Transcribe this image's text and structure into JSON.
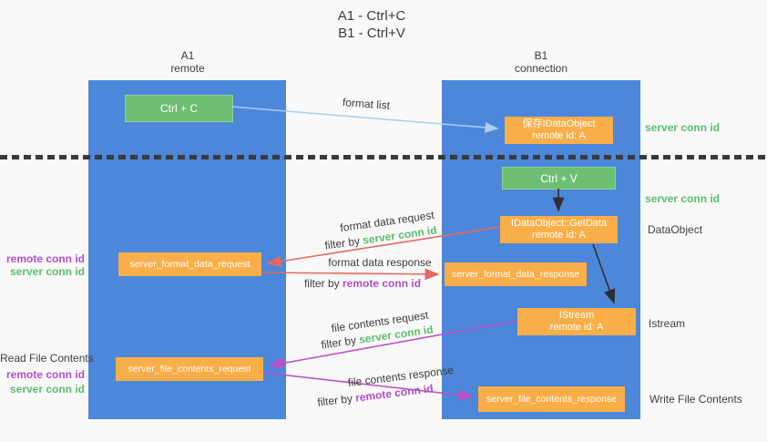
{
  "title": {
    "line1": "A1 - Ctrl+C",
    "line2": "B1 - Ctrl+V"
  },
  "lanes": {
    "left": {
      "name": "A1",
      "sub": "remote"
    },
    "right": {
      "name": "B1",
      "sub": "connection"
    }
  },
  "boxes": {
    "ctrl_c": {
      "label": "Ctrl + C"
    },
    "save_dataobject": {
      "line1": "保存IDataObject",
      "line2": "remote id: A"
    },
    "ctrl_v": {
      "label": "Ctrl + V"
    },
    "getdata": {
      "line1": "IDataObject::GetData",
      "line2": "remote id: A"
    },
    "format_request": {
      "label": "server_format_data_request"
    },
    "format_response": {
      "label": "server_format_data_response"
    },
    "istream": {
      "line1": "IStream",
      "line2": "remote id: A"
    },
    "file_request": {
      "label": "server_file_contents_request"
    },
    "file_response": {
      "label": "server_file_contents_response"
    }
  },
  "arrow_labels": {
    "format_list": "format list",
    "format_data_request": "format data request",
    "format_data_request_filter": {
      "prefix": "filter by",
      "keyword": "server conn id"
    },
    "format_data_response": "format data response",
    "format_data_response_filter": {
      "prefix": "filter by",
      "keyword": "remote conn id"
    },
    "file_contents_request": "file contents request",
    "file_contents_request_filter": {
      "prefix": "filter by",
      "keyword": "server conn id"
    },
    "file_contents_response": "file contents response",
    "file_contents_response_filter": {
      "prefix": "filter by",
      "keyword": "remote conn id"
    }
  },
  "side_labels": {
    "left": {
      "remote_conn_id_1": "remote conn id",
      "server_conn_id_1": "server conn id",
      "read_file_contents": "Read File Contents",
      "remote_conn_id_2": "remote conn id",
      "server_conn_id_2": "server conn id"
    },
    "right": {
      "server_conn_id_1": "server conn id",
      "server_conn_id_2": "server conn id",
      "dataobject": "DataObject",
      "istream": "Istream",
      "write_file_contents": "Write File Contents"
    }
  },
  "colors": {
    "lane_blue": "#4C87D9",
    "box_green": "#6EBE74",
    "box_orange": "#F9AE49",
    "arrow_lightblue": "#A9CEF0",
    "arrow_red": "#E8685E",
    "arrow_magenta": "#C04FC8",
    "arrow_black": "#2f2f2f",
    "text_green": "#5BBE6C",
    "text_purple": "#B14FC8",
    "text_dark": "#3f3f3f"
  }
}
